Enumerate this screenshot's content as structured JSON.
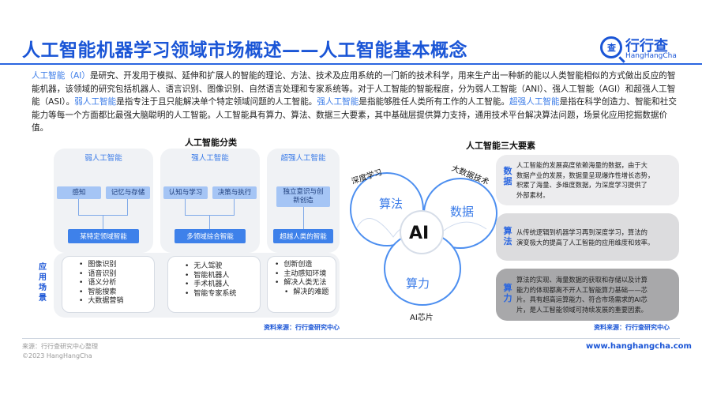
{
  "header": {
    "title": "人工智能机器学习领域市场概述——人工智能基本概念",
    "logo_cn": "行行查",
    "logo_en": "HangHangCha",
    "logo_mark": "查"
  },
  "intro": {
    "p1": "人工智能（AI）",
    "p2": "是研究、开发用于模拟、延伸和扩展人的智能的理论、方法、技术及应用系统的一门新的技术科学，用来生产出一种新的能以人类智能相似的方式做出反应的智能机器，该领域的研究包括机器人、语言识别、图像识别、自然语言处理和专家系统等。对于人工智能的智能程度，分为弱人工智能（ANI）、强人工智能（AGI）和超强人工智能（ASI）。",
    "p3": "弱人工智能",
    "p4": "是指专注于且只能解决单个特定领域问题的人工智能。",
    "p5": "强人工智能",
    "p6": "是指能够胜任人类所有工作的人工智能。",
    "p7": "超强人工智能",
    "p8": "是指在科学创造力、智能和社交能力等每一个方面都比最强大脑聪明的人工智能。人工智能具有算力、算法、数据三大要素，其中基础层提供算力支持，通用技术平台解决算法问题，场景化应用挖掘数据价值。"
  },
  "classification": {
    "heading": "人工智能分类",
    "columns": [
      {
        "title": "弱人工智能",
        "chips": [
          "感知",
          "记忆与存储"
        ],
        "result": "某特定领域智能",
        "apps": [
          "图像识别",
          "语音识别",
          "语义分析",
          "智能搜索",
          "大数据营销"
        ]
      },
      {
        "title": "强人工智能",
        "chips": [
          "认知与学习",
          "决策与执行"
        ],
        "result": "多领域综合智能",
        "apps": [
          "无人驾驶",
          "智能机器人",
          "手术机器人",
          "智能专家系统"
        ]
      },
      {
        "title": "超强人工智能",
        "chips": [
          "独立意识与创新创造"
        ],
        "result": "超越人类的智能",
        "apps": [
          "创新创造",
          "主动感知环境",
          "解决人类无法",
          "解决的难题"
        ]
      }
    ],
    "side_label": "应用场景",
    "source": "资料来源：行行查研究中心"
  },
  "elements": {
    "heading": "人工智能三大要素",
    "center": "AI",
    "lobes": [
      "算法",
      "数据",
      "算力"
    ],
    "outer_labels": [
      "深度学习",
      "大数据技术",
      "AI芯片"
    ],
    "cards": [
      {
        "label": "数据",
        "text": [
          "人工智能的发展高度依赖海量的数据，由于大",
          "数据产业的发展，数据量呈现爆炸性增长态势，",
          "积累了海量、多维度数据，为深度学习提供了",
          "外部素材。"
        ]
      },
      {
        "label": "算法",
        "text": [
          "从传统逻辑到机器学习再到深度学习，算法的",
          "演变极大的提高了人工智能的应用维度和效率。"
        ]
      },
      {
        "label": "算力",
        "text": [
          "算法的实现、海量数据的获取和存储以及计算",
          "能力的体现都离不开人工智能算力基础——芯",
          "片。具有超高运算能力、符合市场需求的AI芯",
          "片，是人工智能领域可持续发展的重要因素。"
        ]
      }
    ],
    "source": "资料来源：行行查研究中心"
  },
  "footer": {
    "source": "来源：行行查研究中心整理",
    "copyright": "©2023 HangHangCha",
    "url": "www.hanghangcha.com"
  },
  "colors": {
    "brand": "#1a55d6",
    "accent": "#3e81ea",
    "chip": "#a5c5f5"
  }
}
